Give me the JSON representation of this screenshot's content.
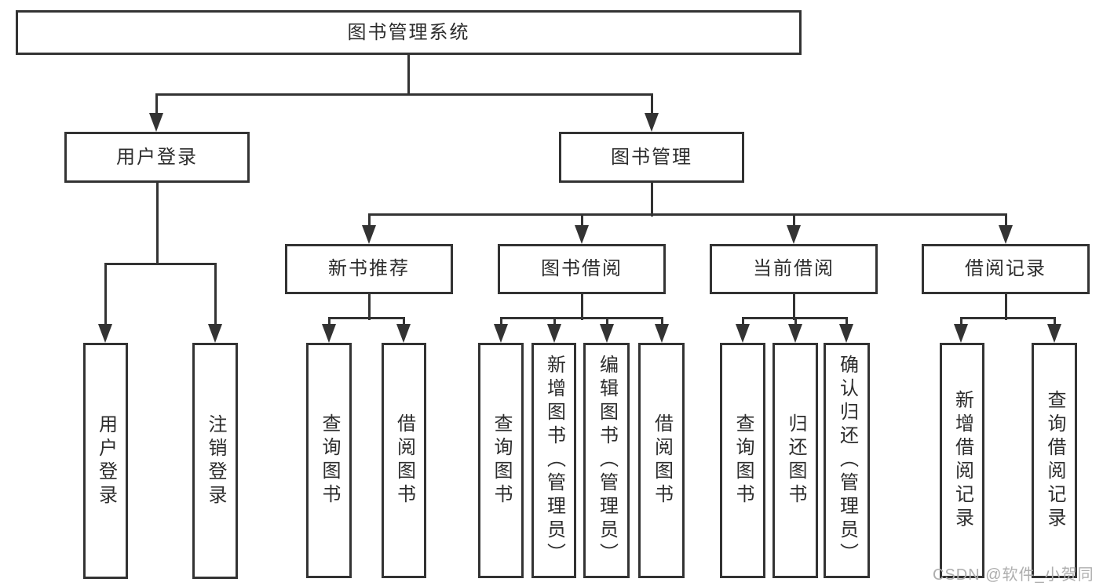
{
  "tree": {
    "root": {
      "label": "图书管理系统",
      "children": [
        {
          "label": "用户登录",
          "children": [
            {
              "label": "用户登录"
            },
            {
              "label": "注销登录"
            }
          ]
        },
        {
          "label": "图书管理",
          "children": [
            {
              "label": "新书推荐",
              "children": [
                {
                  "label": "查询图书"
                },
                {
                  "label": "借阅图书"
                }
              ]
            },
            {
              "label": "图书借阅",
              "children": [
                {
                  "label": "查询图书"
                },
                {
                  "label": "新增图书（管理员）"
                },
                {
                  "label": "编辑图书（管理员）"
                },
                {
                  "label": "借阅图书"
                }
              ]
            },
            {
              "label": "当前借阅",
              "children": [
                {
                  "label": "查询图书"
                },
                {
                  "label": "归还图书"
                },
                {
                  "label": "确认归还（管理员）"
                }
              ]
            },
            {
              "label": "借阅记录",
              "children": [
                {
                  "label": "新增借阅记录"
                },
                {
                  "label": "查询借阅记录"
                }
              ]
            }
          ]
        }
      ]
    }
  },
  "watermark": {
    "text": "CSDN @软件_小贺同学"
  },
  "colors": {
    "line": "#333333",
    "box_border": "#333333",
    "box_background": "#ffffff",
    "text": "#2d2d2d",
    "watermark": "#aeaeae",
    "background": "#ffffff"
  }
}
